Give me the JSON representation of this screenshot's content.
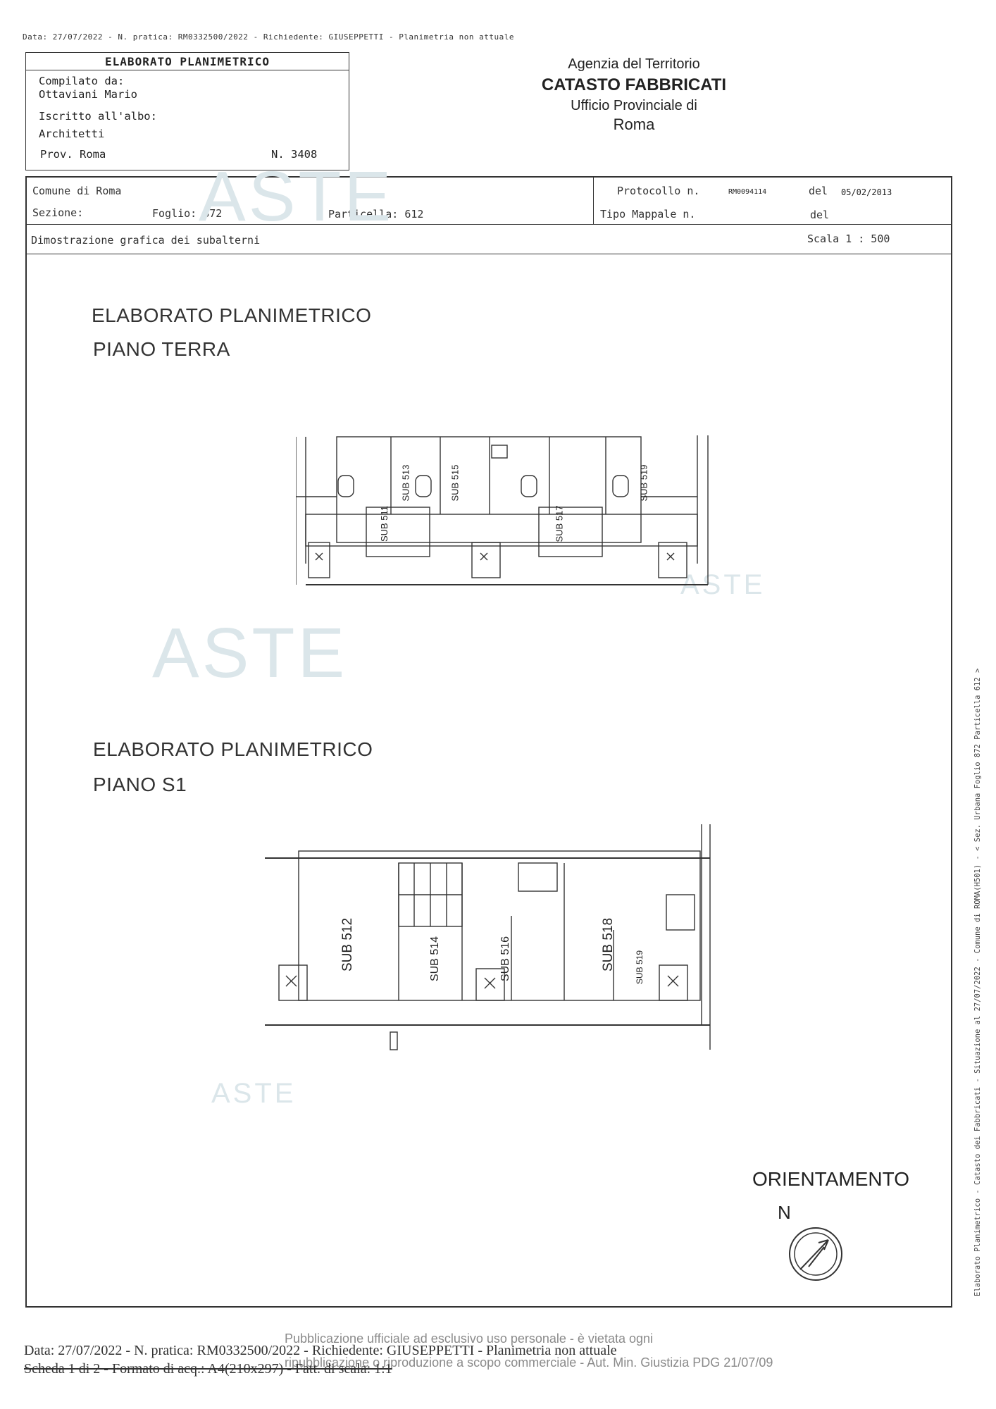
{
  "top_line": "Data: 27/07/2022 - N. pratica: RM0332500/2022 - Richiedente: GIUSEPPETTI - Planimetria non attuale",
  "header": {
    "title": "ELABORATO PLANIMETRICO",
    "compilato_label": "Compilato da:",
    "compilato_name": "Ottaviani Mario",
    "iscritto_label": "Iscritto all'albo:",
    "albo": "Architetti",
    "prov": "Prov. Roma",
    "numero": "N. 3408",
    "agency": "Agenzia del Territorio",
    "catasto": "CATASTO FABBRICATI",
    "ufficio": "Ufficio Provinciale di",
    "citta": "Roma"
  },
  "info": {
    "comune": "Comune di Roma",
    "sezione_label": "Sezione:",
    "foglio": "Foglio: 872",
    "particella": "Particella: 612",
    "protocollo_label": "Protocollo n.",
    "protocollo_value": "RM0094114",
    "del_label": "del",
    "del_value": "05/02/2013",
    "tipo_mappale": "Tipo Mappale n.",
    "del_label2": "del",
    "dimostrazione": "Dimostrazione grafica dei subalterni",
    "scala": "Scala 1 : 500"
  },
  "watermark": "ASTE",
  "plans": {
    "terra_title": "ELABORATO PLANIMETRICO",
    "terra_subtitle": "PIANO TERRA",
    "terra_subs": [
      "SUB 511",
      "SUB 513",
      "SUB 515",
      "SUB 517",
      "SUB 519"
    ],
    "s1_title": "ELABORATO PLANIMETRICO",
    "s1_subtitle": "PIANO S1",
    "s1_subs": [
      "SUB 512",
      "SUB 514",
      "SUB 516",
      "SUB 518",
      "SUB 519"
    ]
  },
  "orientamento": {
    "label": "ORIENTAMENTO",
    "north": "N"
  },
  "vertical_text": "Elaborato Planimetrico - Catasto dei Fabbricati - Situazione al 27/07/2022 - Comune di ROMA(H501) - < Sez. Urbana Foglio 872 Particella 612 >",
  "bottom": {
    "line1": "Data: 27/07/2022 - N. pratica: RM0332500/2022 - Richiedente: GIUSEPPETTI - Planimetria non attuale",
    "line2": "Scheda 1 di 2 - Formato di acq.: A4(210x297) - Fatt. di scala: 1:1",
    "notice1": "Pubblicazione ufficiale ad esclusivo uso personale - è vietata ogni",
    "notice2": "ripubblicazione o riproduzione a scopo commerciale - Aut. Min. Giustizia PDG 21/07/09"
  }
}
